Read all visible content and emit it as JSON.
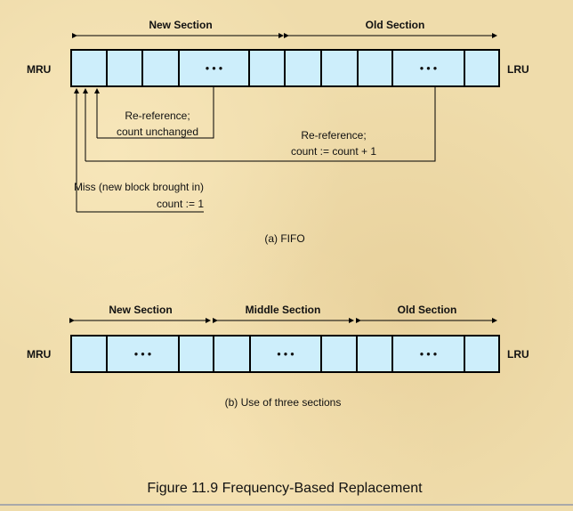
{
  "diagram_a": {
    "sections": [
      "New Section",
      "Old Section"
    ],
    "left_label": "MRU",
    "right_label": "LRU",
    "ellipsis": "• • •",
    "annotations": {
      "reref_unchanged": [
        "Re-reference;",
        "count unchanged"
      ],
      "reref_increment": [
        "Re-reference;",
        "count := count + 1"
      ],
      "miss": [
        "Miss (new block brought in)",
        "count := 1"
      ]
    },
    "caption": "(a)  FIFO"
  },
  "diagram_b": {
    "sections": [
      "New Section",
      "Middle Section",
      "Old Section"
    ],
    "left_label": "MRU",
    "right_label": "LRU",
    "ellipsis": "• • •",
    "caption": "(b)  Use of three sections"
  },
  "figure_title": "Figure 11.9  Frequency-Based Replacement",
  "colors": {
    "cell": "#cdeefb",
    "background": "#efdcab"
  }
}
